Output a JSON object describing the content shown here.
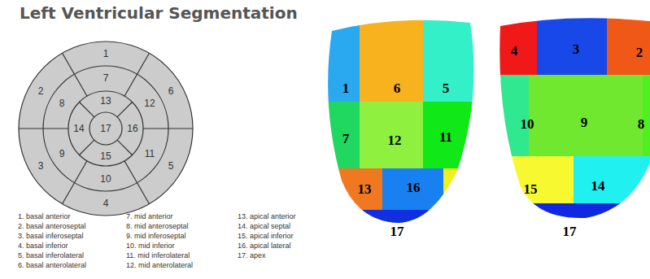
{
  "diagram": {
    "title": "Left Ventricular Segmentation",
    "labels": [
      "1",
      "2",
      "3",
      "4",
      "5",
      "6",
      "7",
      "8",
      "9",
      "10",
      "11",
      "12",
      "13",
      "14",
      "15",
      "16",
      "17",
      "1. basal anterior",
      "2. basal anteroseptal",
      "3. basal inferoseptal",
      "4. basal inferior",
      "5. basal inferolateral",
      "6. basal anterolateral",
      "7. mid anterior",
      "8. mid anteroseptal",
      "9. mid inferoseptal",
      "10. mid inferior",
      "11. mid inferolateral",
      "12. mid anterolateral",
      "13. apical anterior",
      "14. apical septal",
      "15. apical inferior",
      "16. apical lateral",
      "17. apex",
      "1",
      "6",
      "5",
      "7",
      "12",
      "11",
      "13",
      "16",
      "17",
      "4",
      "3",
      "2",
      "10",
      "9",
      "8",
      "15",
      "14",
      "17"
    ]
  }
}
